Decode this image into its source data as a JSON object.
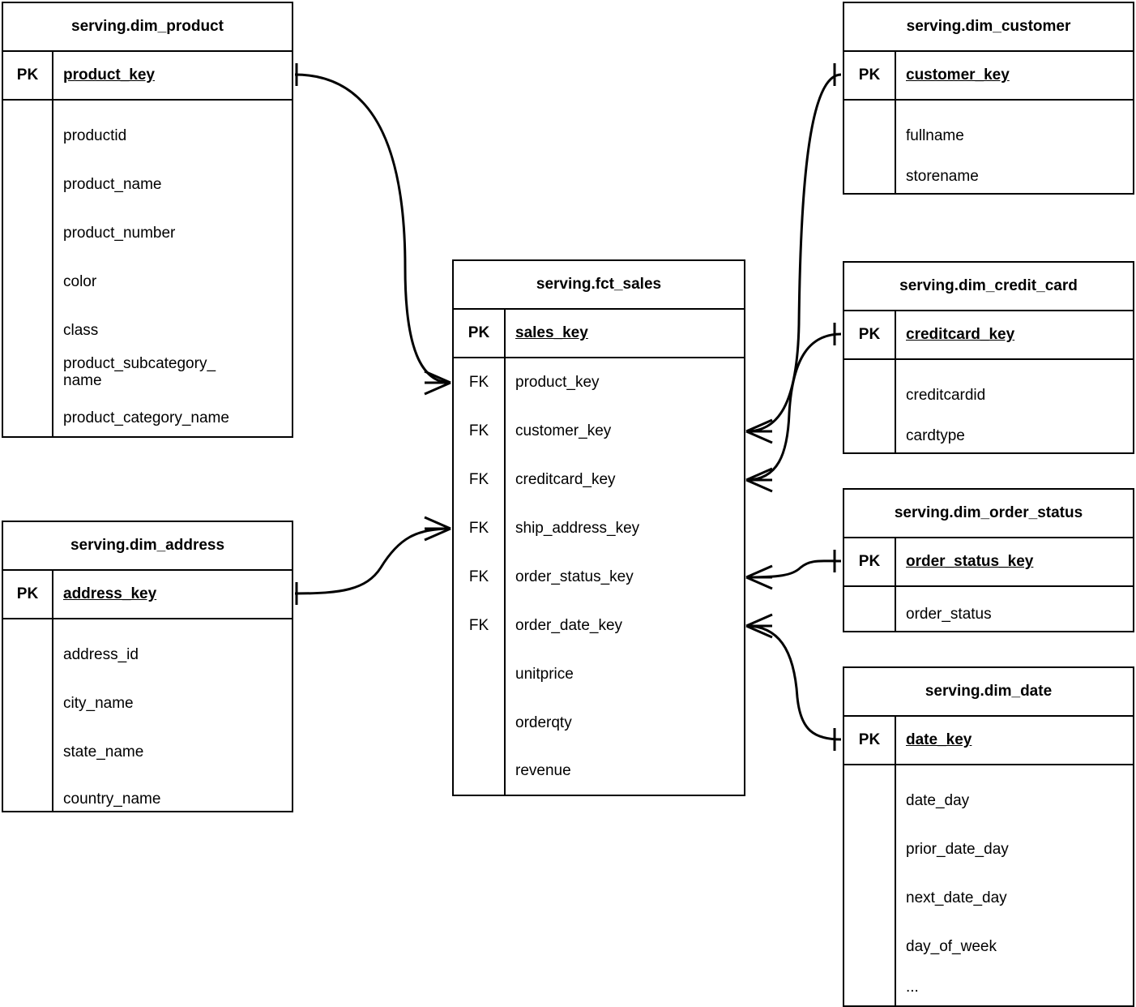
{
  "diagram": {
    "kind": "entity-relationship-diagram",
    "notation": "crow's foot",
    "background_color": "#ffffff",
    "line_color": "#000000",
    "text_color": "#000000"
  },
  "labels": {
    "pk": "PK",
    "fk": "FK"
  },
  "entities": [
    {
      "id": "dim_product",
      "title": "serving.dim_product",
      "primary_key": {
        "badge": "PK",
        "name": "product_key"
      },
      "attributes": [
        "productid",
        "product_name",
        "product_number",
        "color",
        "class",
        "product_subcategory_\nname",
        "product_category_name"
      ]
    },
    {
      "id": "dim_address",
      "title": "serving.dim_address",
      "primary_key": {
        "badge": "PK",
        "name": "address_key"
      },
      "attributes": [
        "address_id",
        "city_name",
        "state_name",
        "country_name"
      ]
    },
    {
      "id": "fct_sales",
      "title": "serving.fct_sales",
      "primary_key": {
        "badge": "PK",
        "name": "sales_key"
      },
      "foreign_keys": [
        {
          "badge": "FK",
          "name": "product_key"
        },
        {
          "badge": "FK",
          "name": "customer_key"
        },
        {
          "badge": "FK",
          "name": "creditcard_key"
        },
        {
          "badge": "FK",
          "name": "ship_address_key"
        },
        {
          "badge": "FK",
          "name": "order_status_key"
        },
        {
          "badge": "FK",
          "name": "order_date_key"
        }
      ],
      "measures": [
        "unitprice",
        "orderqty",
        "revenue"
      ]
    },
    {
      "id": "dim_customer",
      "title": "serving.dim_customer",
      "primary_key": {
        "badge": "PK",
        "name": "customer_key"
      },
      "attributes": [
        "fullname",
        "storename"
      ]
    },
    {
      "id": "dim_credit_card",
      "title": "serving.dim_credit_card",
      "primary_key": {
        "badge": "PK",
        "name": "creditcard_key"
      },
      "attributes": [
        "creditcardid",
        "cardtype"
      ]
    },
    {
      "id": "dim_order_status",
      "title": "serving.dim_order_status",
      "primary_key": {
        "badge": "PK",
        "name": "order_status_key"
      },
      "attributes": [
        "order_status"
      ]
    },
    {
      "id": "dim_date",
      "title": "serving.dim_date",
      "primary_key": {
        "badge": "PK",
        "name": "date_key"
      },
      "attributes": [
        "date_day",
        "prior_date_day",
        "next_date_day",
        "day_of_week",
        "..."
      ]
    }
  ],
  "relationships": [
    {
      "from": "dim_product.product_key",
      "to": "fct_sales.product_key",
      "from_cardinality": "one",
      "to_cardinality": "many"
    },
    {
      "from": "dim_address.address_key",
      "to": "fct_sales.ship_address_key",
      "from_cardinality": "one",
      "to_cardinality": "many"
    },
    {
      "from": "dim_customer.customer_key",
      "to": "fct_sales.customer_key",
      "from_cardinality": "one",
      "to_cardinality": "many"
    },
    {
      "from": "dim_credit_card.creditcard_key",
      "to": "fct_sales.creditcard_key",
      "from_cardinality": "one",
      "to_cardinality": "many"
    },
    {
      "from": "dim_order_status.order_status_key",
      "to": "fct_sales.order_status_key",
      "from_cardinality": "one",
      "to_cardinality": "many"
    },
    {
      "from": "dim_date.date_key",
      "to": "fct_sales.order_date_key",
      "from_cardinality": "one",
      "to_cardinality": "many"
    }
  ]
}
